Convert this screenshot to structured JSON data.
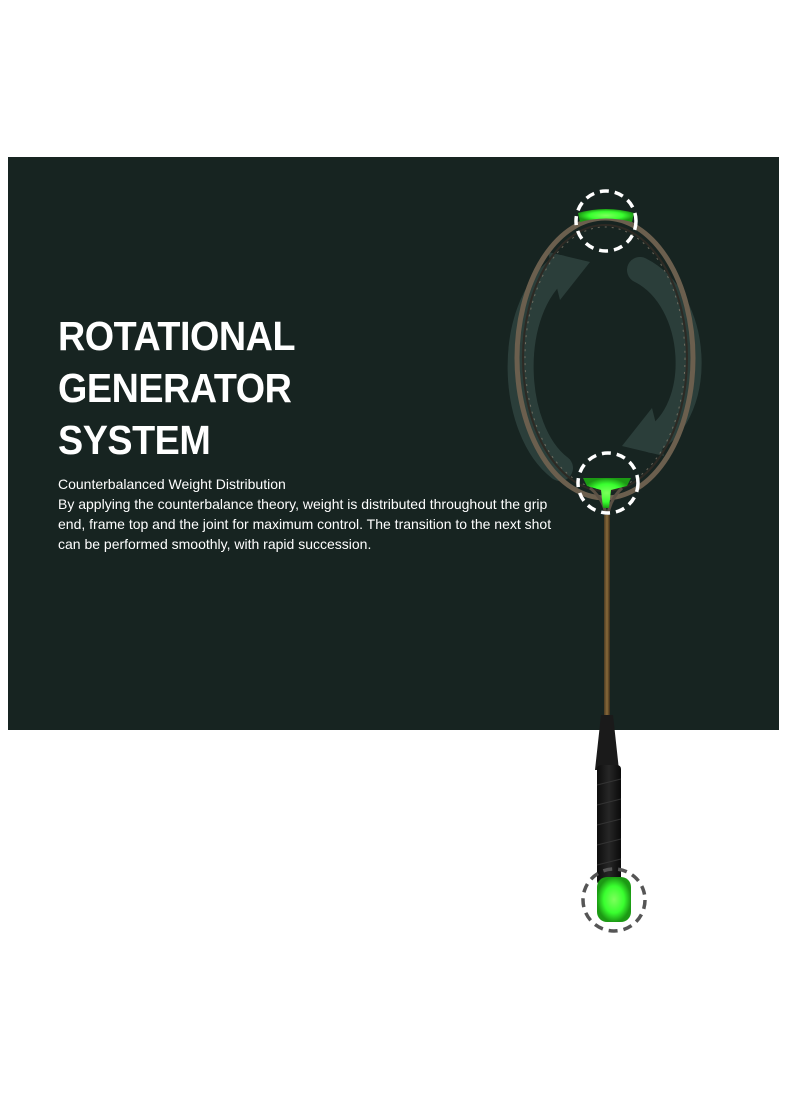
{
  "heading": {
    "lines": [
      "ROTATIONAL",
      "GENERATOR",
      "SYSTEM"
    ]
  },
  "subtitle": "Counterbalanced Weight Distribution",
  "description": "By applying the counterbalance theory, weight is distributed throughout the grip end, frame top and the joint for maximum control. The transition to the next shot can be performed smoothly, with rapid succession.",
  "colors": {
    "panel_background": "#172421",
    "highlight_green": "#39ff2f",
    "text": "#ffffff"
  },
  "illustration": {
    "icons": [
      "racket-frame",
      "rotation-arrows",
      "highlight-circle-top",
      "highlight-circle-joint",
      "highlight-circle-grip"
    ]
  }
}
